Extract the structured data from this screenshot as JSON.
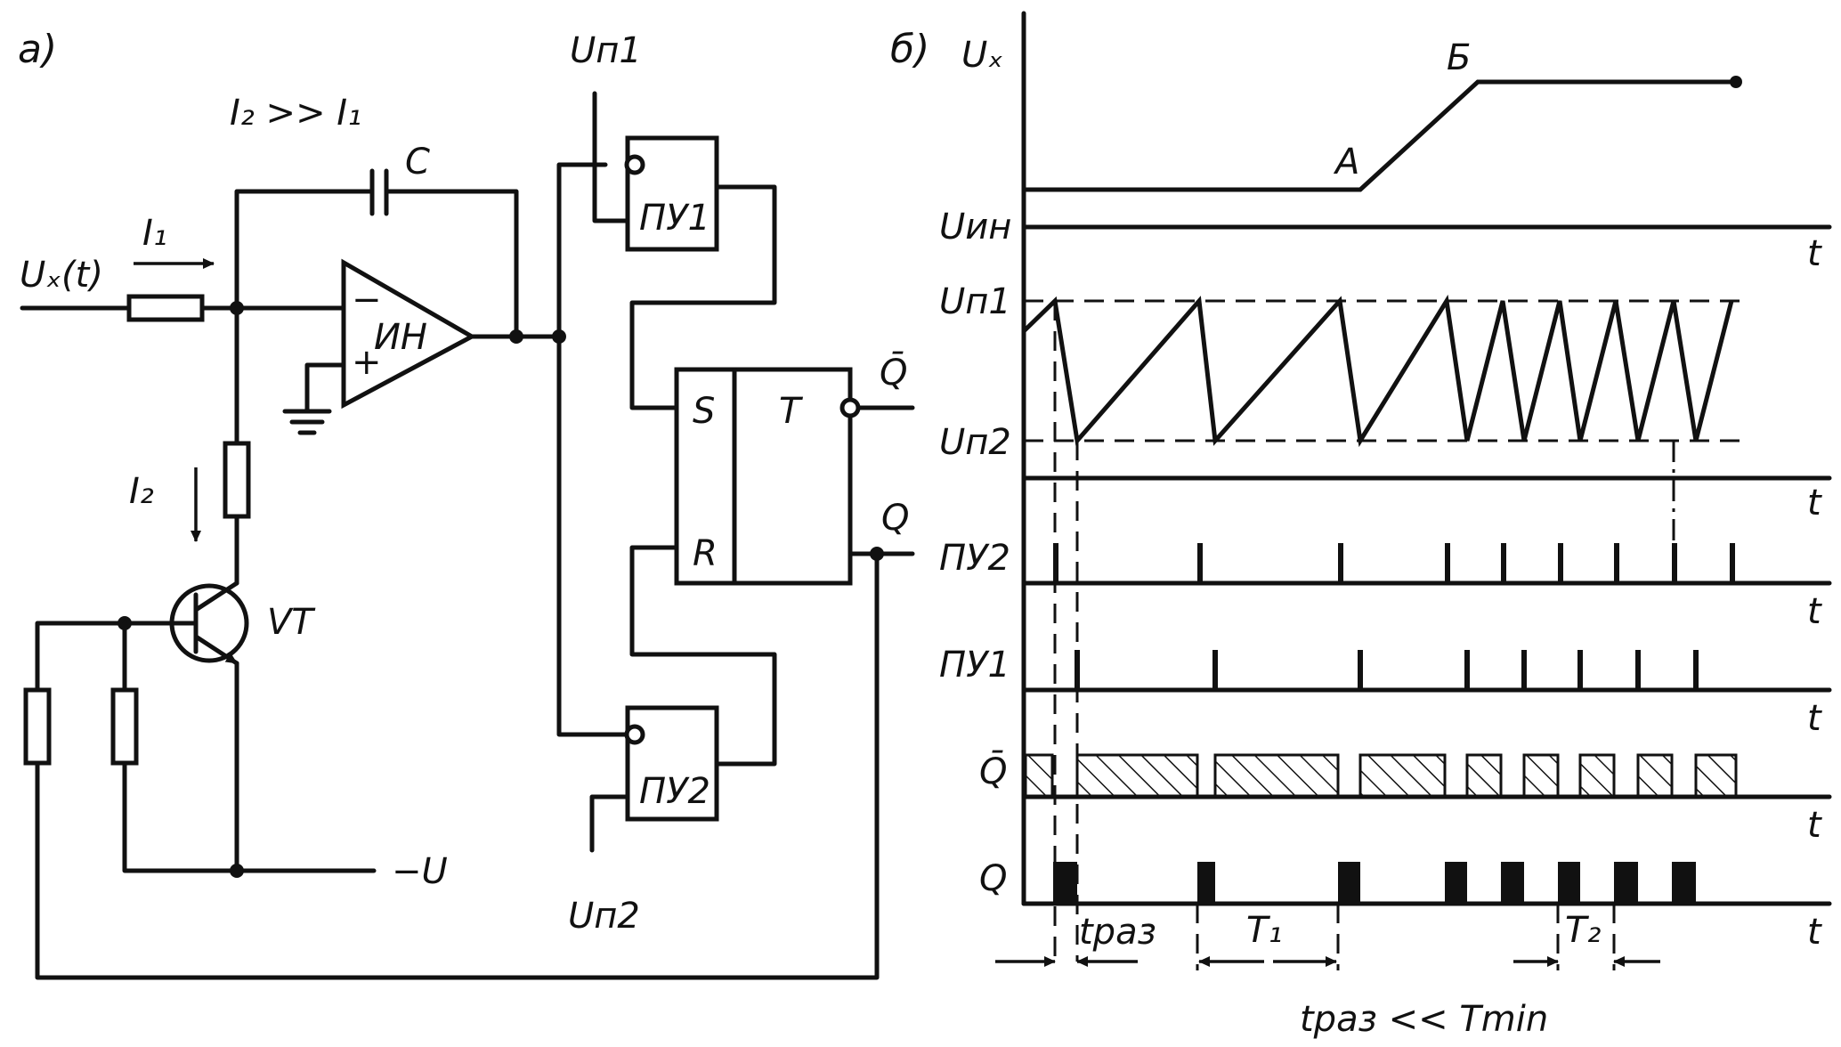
{
  "panel_a": {
    "label": "а)",
    "current_relation": "I₂ >> I₁",
    "input_signal": "Uₓ(t)",
    "current_i1": "I₁",
    "current_i2": "I₂",
    "capacitor": "C",
    "integrator_label": "ИН",
    "opamp_minus": "−",
    "opamp_plus": "+",
    "transistor": "VT",
    "supply_neg": "−U",
    "threshold_1": "Uп1",
    "threshold_2": "Uп2",
    "comparator_1": "ПУ1",
    "comparator_2": "ПУ2",
    "flipflop_s": "S",
    "flipflop_r": "R",
    "flipflop_t": "T",
    "out_q_bar": "Q̄",
    "out_q": "Q"
  },
  "panel_b": {
    "label": "б)",
    "rows": {
      "ux": "Uₓ",
      "uin": "Uин",
      "un1": "Uп1",
      "un2": "Uп2",
      "pu2": "ПУ2",
      "pu1": "ПУ1",
      "q_bar": "Q̄",
      "q": "Q"
    },
    "point_a": "A",
    "point_b": "Б",
    "time_axis": "t",
    "t_raz": "tраз",
    "period_1": "T₁",
    "period_2": "T₂",
    "condition": "tраз << Tmin"
  }
}
